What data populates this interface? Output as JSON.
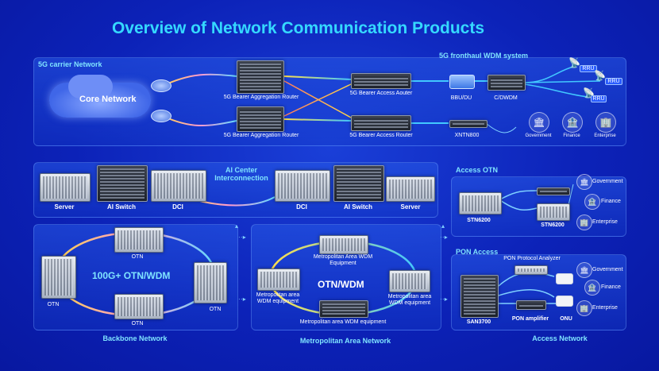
{
  "title": "Overview of Network Communication Products",
  "carrier": {
    "section": "5G carrier Network",
    "core": "Core Network",
    "agg_router_1": "5G Bearer Aggregation Router",
    "agg_router_2": "5G Bearer Aggregation Router",
    "access_router_1": "5G Bearer Access Aouter",
    "access_router_2": "5G Bearer Access Router",
    "fronthaul": "5G fronthaul  WDM system",
    "bbu": "BBU/DU",
    "cdwdm": "C/DWDM",
    "xntn": "XNTN800",
    "rru_1": "RRU",
    "rru_2": "RRU",
    "rru_3": "RRU",
    "government": "Government",
    "finance": "Finance",
    "enterprise": "Enterprise"
  },
  "datacenter": {
    "server_1": "Server",
    "ai_switch_1": "AI Switch",
    "dci_1": "DCI",
    "center_title": "AI Center Interconnection",
    "dci_2": "DCI",
    "ai_switch_2": "AI Switch",
    "server_2": "Server"
  },
  "access_otn": {
    "section": "Access OTN",
    "stn_1": "STN6200",
    "stn_2": "STN6200",
    "government": "Government",
    "finance": "Finance",
    "enterprise": "Enterprise"
  },
  "backbone": {
    "center": "100G+ OTN/WDM",
    "otn_top": "OTN",
    "otn_left": "OTN",
    "otn_right": "OTN",
    "otn_bottom": "OTN",
    "footer": "Backbone Network"
  },
  "metro": {
    "center": "OTN/WDM",
    "top": "Metropolitan Area WDM Equipment",
    "left": "Metropolitan area WDM equipment",
    "right": "Metropolitan area WDM equipment",
    "bottom": "Metropolitan area WDM equipment",
    "footer": "Metropolitan Area Network"
  },
  "pon": {
    "section": "PON Access",
    "analyzer": "PON Protocol Analyzer",
    "san": "SAN3700",
    "amplifier": "PON amplifier",
    "onu": "ONU",
    "government": "Government",
    "finance": "Finance",
    "enterprise": "Enterprise",
    "footer": "Access Network"
  },
  "icons": [
    "cloud-icon",
    "router-icon",
    "antenna-icon",
    "building-icon",
    "bank-icon",
    "office-icon",
    "wifi-router-icon"
  ],
  "colors": {
    "background": "#0c22b8",
    "title": "#35d9ff",
    "accent": "#7fe4ff"
  }
}
